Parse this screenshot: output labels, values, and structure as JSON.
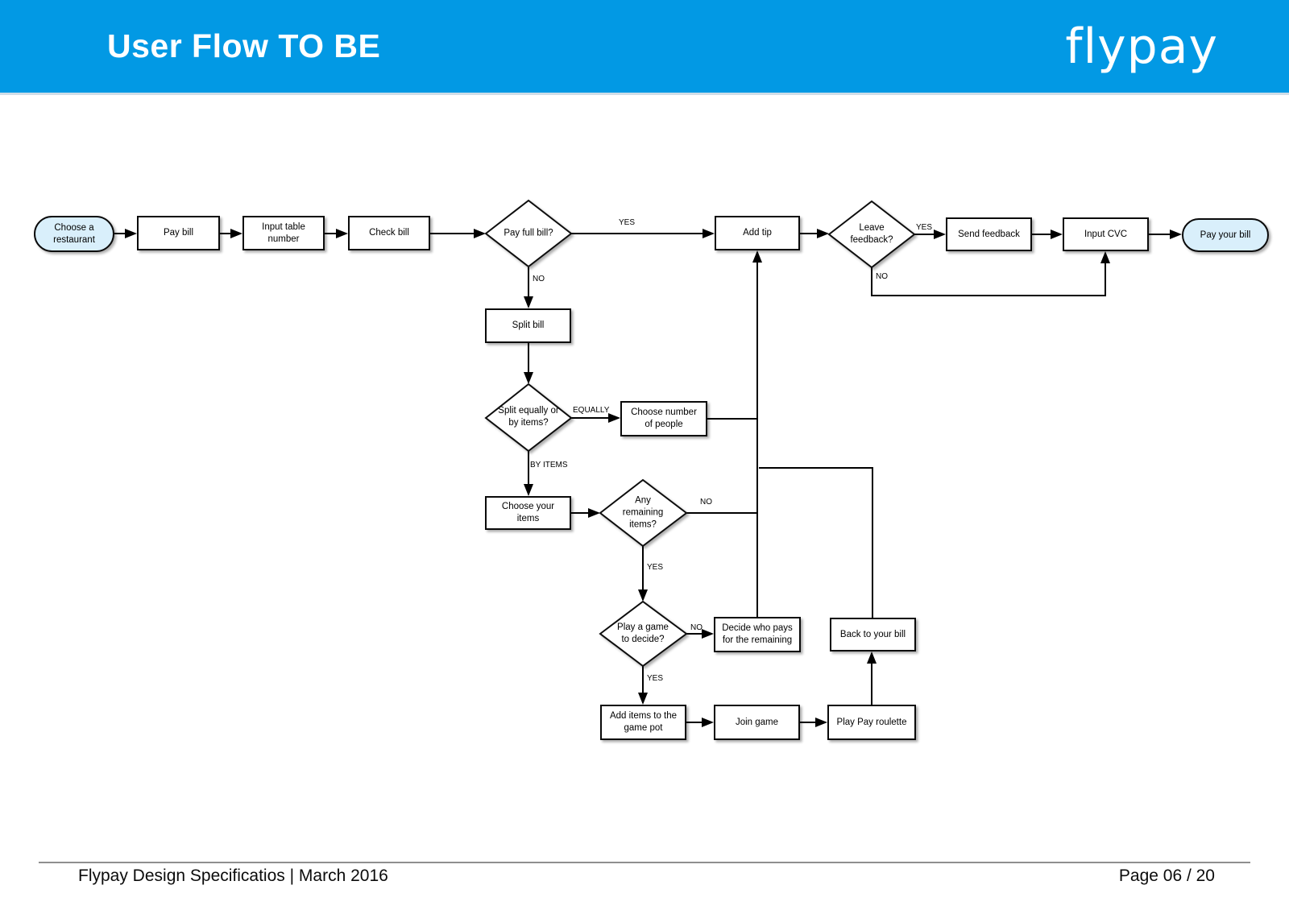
{
  "header": {
    "title": "User Flow TO BE",
    "logo_text": "flypay"
  },
  "footer": {
    "left_text": "Flypay Design Specificatios | March 2016",
    "right_text": "Page  06 / 20"
  },
  "colors": {
    "header_blue": "#0299e4",
    "terminal_fill": "#d9effb",
    "line_black": "#000000",
    "footer_line_gray": "#8f8f8f"
  },
  "nodes": {
    "start": "Choose a restaurant",
    "pay_bill": "Pay bill",
    "input_table_number": "Input table number",
    "check_bill": "Check bill",
    "pay_full_bill": "Pay full bill?",
    "add_tip": "Add tip",
    "leave_feedback": "Leave feedback?",
    "send_feedback": "Send feedback",
    "input_cvc": "Input CVC",
    "pay_your_bill": "Pay your bill",
    "split_bill": "Split bill",
    "split_equally_or_items": "Split equally or by items?",
    "choose_number_people": "Choose number of people",
    "choose_your_items": "Choose your items",
    "any_remaining_items": "Any remaining items?",
    "play_game_decide": "Play a game to decide?",
    "decide_who_pays": "Decide who pays for the remaining",
    "back_to_your_bill": "Back to your bill",
    "add_items_game_pot": "Add items to the game pot",
    "join_game": "Join game",
    "play_pay_roulette": "Play Pay roulette"
  },
  "edge_labels": {
    "yes_pay_full": "YES",
    "no_pay_full": "NO",
    "equally": "EQUALLY",
    "by_items": "BY ITEMS",
    "no_remaining": "NO",
    "yes_remaining": "YES",
    "no_play_game": "NO",
    "yes_play_game": "YES",
    "yes_leave_feedback": "YES",
    "no_leave_feedback": "NO"
  }
}
